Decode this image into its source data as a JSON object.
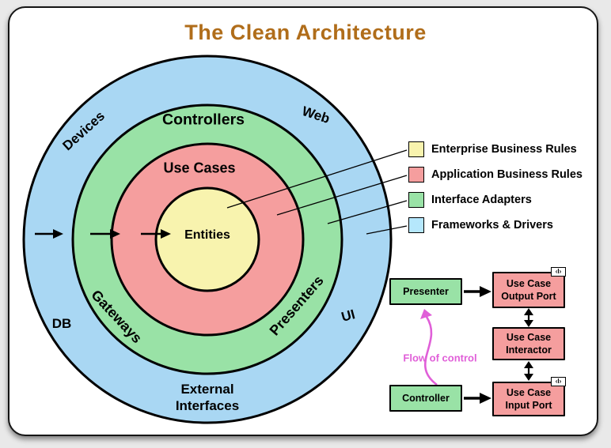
{
  "title": "The Clean Architecture",
  "colors": {
    "title_brown": "#b06d1a",
    "frameworks_blue": "#a9d7f3",
    "adapters_green": "#99e2a6",
    "use_cases_red": "#f59e9e",
    "entities_yellow": "#f8f3ae",
    "legend_blue": "#b5e7fc",
    "flow_magenta": "#e05fd8"
  },
  "rings": {
    "entities_label": "Entities",
    "use_cases_label": "Use Cases",
    "controllers_label": "Controllers",
    "gateways_label": "Gateways",
    "presenters_label": "Presenters",
    "devices_label": "Devices",
    "web_label": "Web",
    "db_label": "DB",
    "ui_label": "UI",
    "external_interfaces_label": "External Interfaces"
  },
  "legend": {
    "items": [
      {
        "label": "Enterprise Business Rules",
        "color": "#f8f3ae"
      },
      {
        "label": "Application Business Rules",
        "color": "#f59e9e"
      },
      {
        "label": "Interface Adapters",
        "color": "#99e2a6"
      },
      {
        "label": "Frameworks & Drivers",
        "color": "#b5e7fc"
      }
    ]
  },
  "flow": {
    "presenter": "Presenter",
    "controller": "Controller",
    "use_case_output_port": "Use Case\nOutput Port",
    "use_case_interactor": "Use Case\nInteractor",
    "use_case_input_port": "Use Case\nInput Port",
    "flow_of_control": "Flow of control",
    "interface_tag": "‹I›"
  }
}
